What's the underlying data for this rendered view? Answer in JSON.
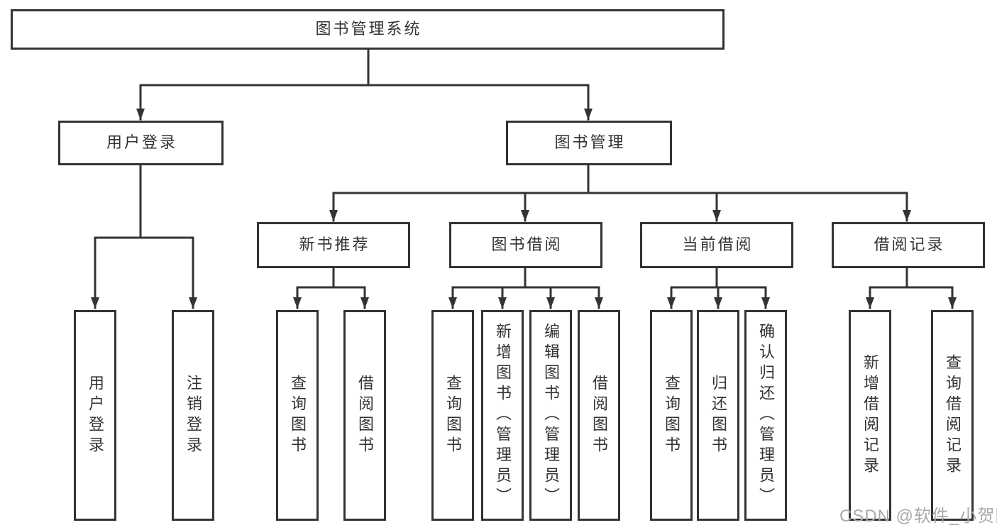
{
  "tree": {
    "label": "图书管理系统",
    "children": [
      {
        "label": "用户登录",
        "children": [
          {
            "label": "用户登录"
          },
          {
            "label": "注销登录"
          }
        ]
      },
      {
        "label": "图书管理",
        "children": [
          {
            "label": "新书推荐",
            "children": [
              {
                "label": "查询图书"
              },
              {
                "label": "借阅图书"
              }
            ]
          },
          {
            "label": "图书借阅",
            "children": [
              {
                "label": "查询图书"
              },
              {
                "label": "新增图书（管理员）"
              },
              {
                "label": "编辑图书（管理员）"
              },
              {
                "label": "借阅图书"
              }
            ]
          },
          {
            "label": "当前借阅",
            "children": [
              {
                "label": "查询图书"
              },
              {
                "label": "归还图书"
              },
              {
                "label": "确认归还（管理员）"
              }
            ]
          },
          {
            "label": "借阅记录",
            "children": [
              {
                "label": "新增借阅记录"
              },
              {
                "label": "查询借阅记录"
              }
            ]
          }
        ]
      }
    ]
  },
  "watermark": {
    "text": "CSDN @软件_小贺同学"
  },
  "colors": {
    "line": "#333333",
    "box_border": "#333333",
    "box_fill": "#ffffff",
    "text": "#333333",
    "background": "#ffffff",
    "watermark": "#a9a9a9"
  }
}
